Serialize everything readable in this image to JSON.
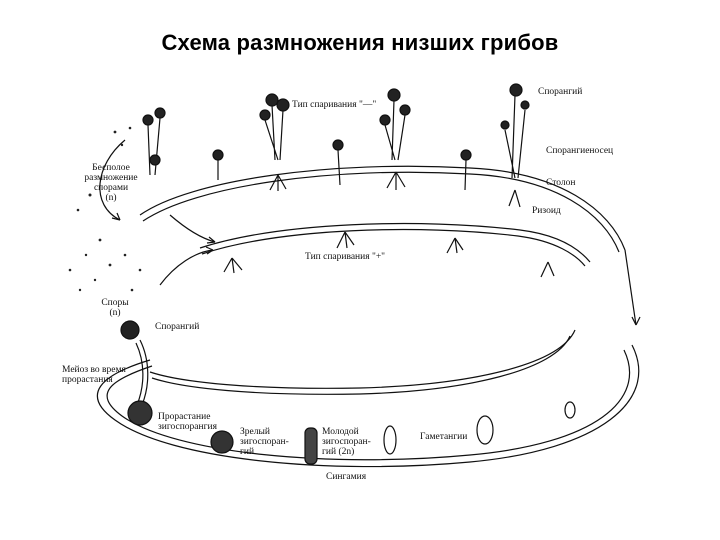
{
  "title": "Схема размножения низших грибов",
  "labels": {
    "sporangium_top": "Спорангий",
    "sporulation_type_minus": "Тип спаривания \"—\"",
    "sporangiophore": "Спорангиеносец",
    "asexual": "Бесполое\nразмножение\nспорами\n(n)",
    "stolon": "Столон",
    "rhizoid": "Ризоид",
    "sporulation_type_plus": "Тип спаривания \"+\"",
    "spores": "Споры\n(n)",
    "sporangium_left": "Спорангий",
    "meiosis": "Мейоз во время\nпрорастания",
    "germination": "Прорастание\nзигоспорангия",
    "mature": "Зрелый\nзигоспоран-\nгий",
    "young": "Молодой\nзигоспоран-\nгий  (2n)",
    "gametangia": "Гаметангии",
    "syngamy": "Сингамия"
  },
  "colors": {
    "ink": "#111111",
    "spore_dark": "#222222"
  }
}
